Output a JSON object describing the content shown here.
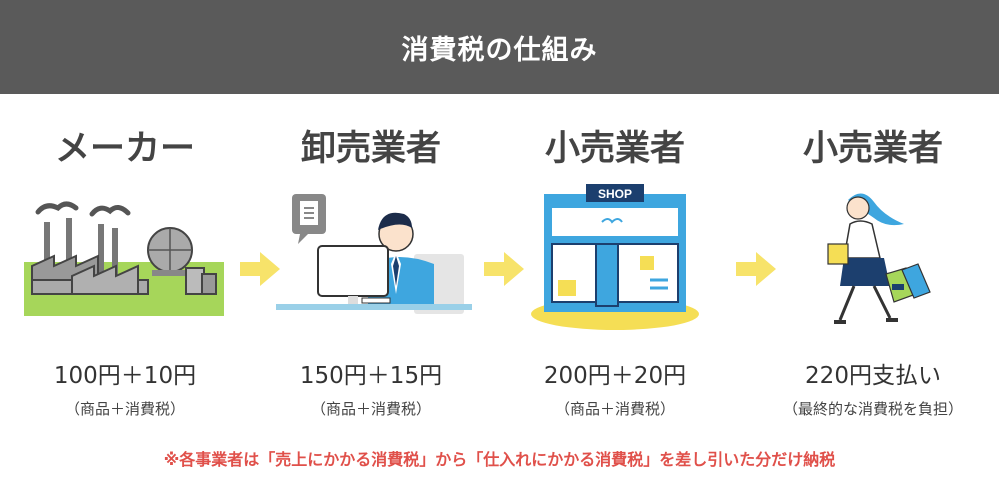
{
  "header": {
    "title": "消費税の仕組み"
  },
  "stages": [
    {
      "title": "メーカー",
      "price": "100円＋10円",
      "sub": "（商品＋消費税）",
      "icon": "factory-icon"
    },
    {
      "title": "卸売業者",
      "price": "150円＋15円",
      "sub": "（商品＋消費税）",
      "icon": "office-worker-icon"
    },
    {
      "title": "小売業者",
      "price": "200円＋20円",
      "sub": "（商品＋消費税）",
      "icon": "shop-icon",
      "shop_sign": "SHOP"
    },
    {
      "title": "小売業者",
      "price": "220円支払い",
      "sub": "（最終的な消費税を負担）",
      "icon": "shopper-icon"
    }
  ],
  "note": "※各事業者は「売上にかかる消費税」から「仕入れにかかる消費税」を差し引いた分だけ納税",
  "colors": {
    "header_bg": "#5a5a5a",
    "arrow": "#f7e36a",
    "note": "#e0504a",
    "accent_blue": "#3ea6df"
  }
}
